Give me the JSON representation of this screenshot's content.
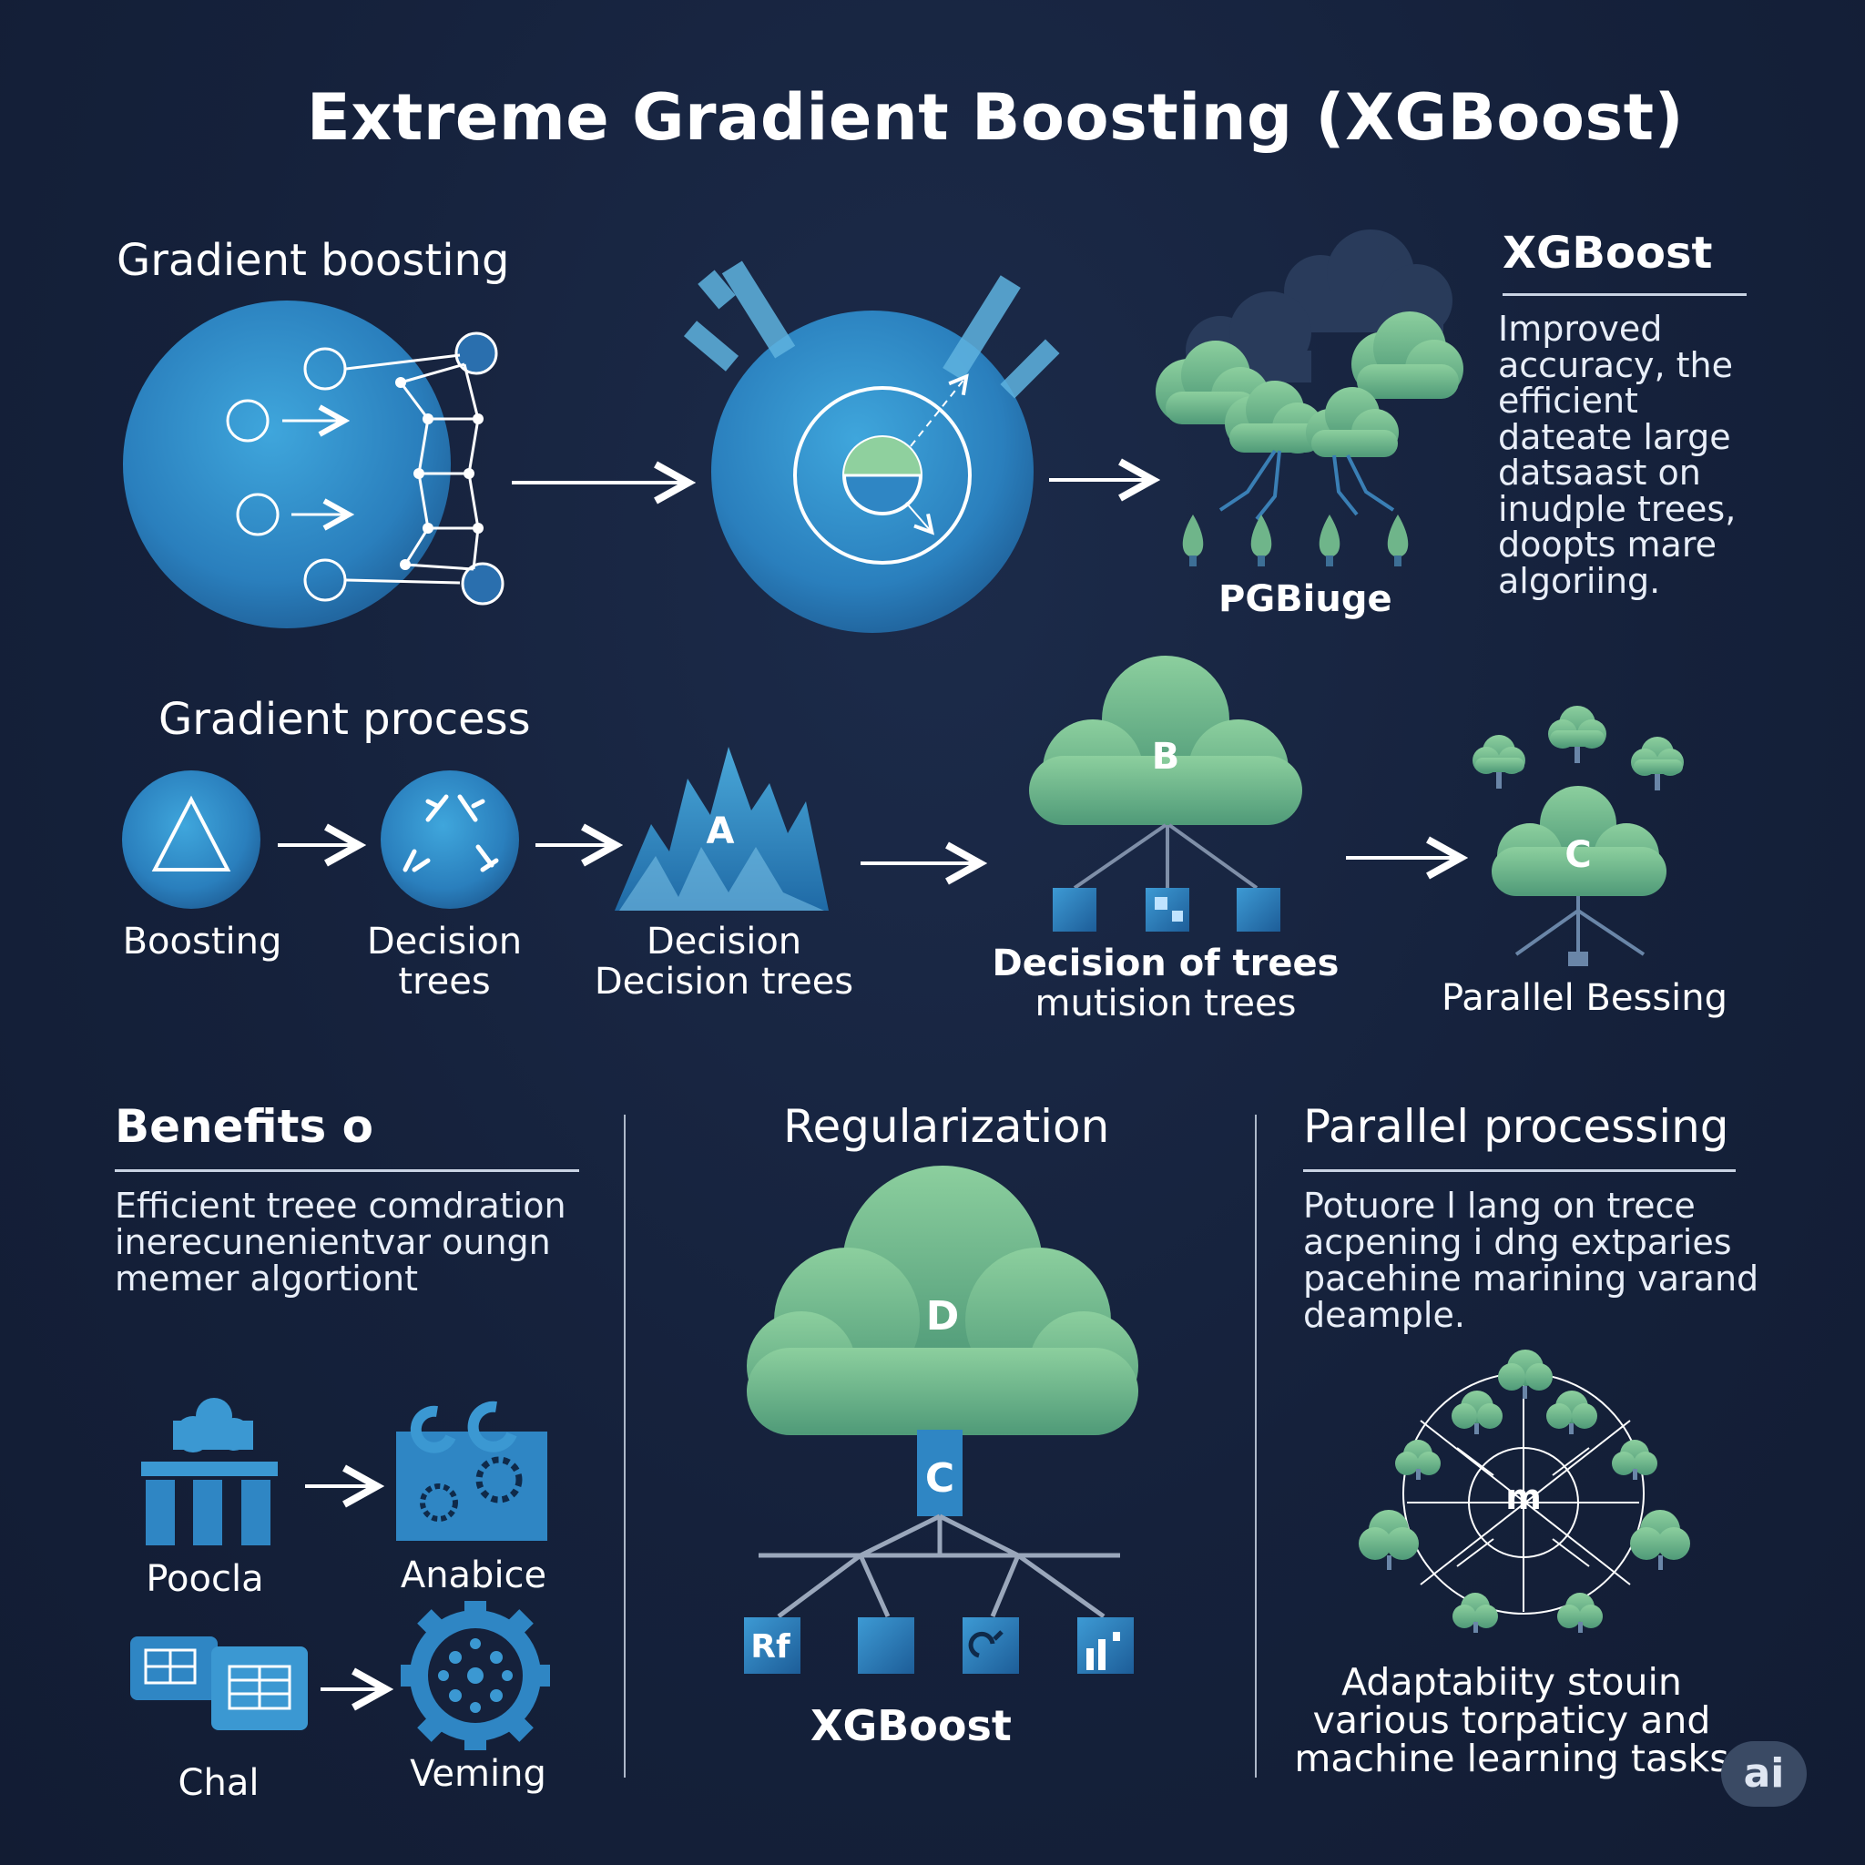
{
  "title": "Extreme Gradient Boosting (XGBoost)",
  "top": {
    "section_label": "Gradient boosting",
    "forest_label": "PGBiuge",
    "side_heading": "XGBoost",
    "side_text": "Improved\naccuracy, the\nefficient\ndateate large\ndatsaast on\ninudple trees,\ndoopts mare\nalgoriing."
  },
  "process": {
    "heading": "Gradient process",
    "steps": [
      {
        "label": "Boosting"
      },
      {
        "label": "Decision\ntrees"
      },
      {
        "label": "Decision\nDecision trees",
        "node": "A"
      },
      {
        "label_bold": "Decision of trees",
        "label": "mutision trees",
        "node": "B"
      },
      {
        "label": "Parallel Bessing",
        "node": "C"
      }
    ]
  },
  "bottom": {
    "benefits": {
      "heading": "Benefits o",
      "text": "Efficient treee comdration\ninerecunenientvar oungn\nmemer algortiont",
      "icons": [
        {
          "label": "Poocla"
        },
        {
          "label": "Anabice"
        },
        {
          "label": "Chal"
        },
        {
          "label": "Veming"
        }
      ]
    },
    "regularization": {
      "heading": "Regularization",
      "cloud_node": "D",
      "trunk_node": "C",
      "leaf_label_1": "Rf",
      "footer": "XGBoost"
    },
    "parallel": {
      "heading": "Parallel processing",
      "text": "Potuore  l  lang  on  trece\nacpening i dng extparies\npacehine marining varand\ndeample.",
      "hub_label": "m",
      "footer": "Adaptabiity stouin\nvarious torpaticy and\nmachine learning tasks"
    }
  },
  "badge": "ai",
  "colors": {
    "background": "#15213b",
    "blue": "#2f8bc9",
    "green": "#6fb58a",
    "text": "#ffffff"
  }
}
